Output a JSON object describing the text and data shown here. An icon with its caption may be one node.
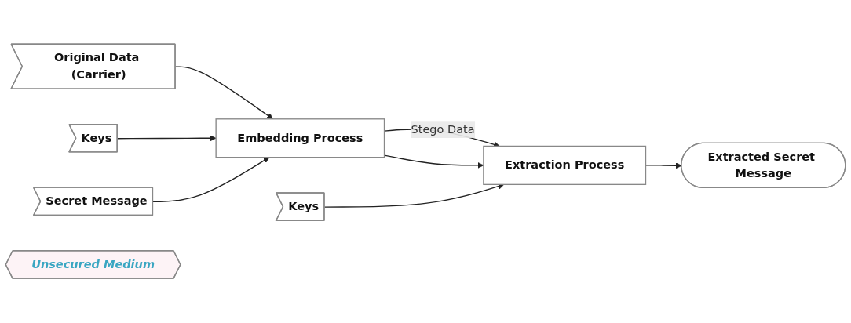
{
  "diagram": {
    "nodes": [
      {
        "text": [
          "Original Data (Carrier)"
        ]
      },
      {
        "text": [
          "Keys"
        ]
      },
      {
        "text": [
          "Embedding Process"
        ]
      },
      {
        "text": [
          "Secret Message"
        ]
      },
      {
        "text": [
          "Unsecured Medium"
        ]
      },
      {
        "text": [
          "Keys"
        ]
      },
      {
        "text": [
          "Extraction Process"
        ]
      },
      {
        "text": [
          "Extracted Secret Message"
        ]
      }
    ],
    "edges": [
      {
        "from": 0,
        "to": 2,
        "arrow": "to"
      },
      {
        "from": 1,
        "to": 2,
        "arrow": "to"
      },
      {
        "from": 3,
        "to": 2,
        "arrow": "to"
      },
      {
        "from": 2,
        "to": 6,
        "arrow": "to",
        "label": "Stego Data"
      },
      {
        "from": 2,
        "to": 6,
        "arrow": "to"
      },
      {
        "from": 5,
        "to": 6,
        "arrow": "to"
      },
      {
        "from": 6,
        "to": 7,
        "arrow": "to"
      }
    ]
  }
}
